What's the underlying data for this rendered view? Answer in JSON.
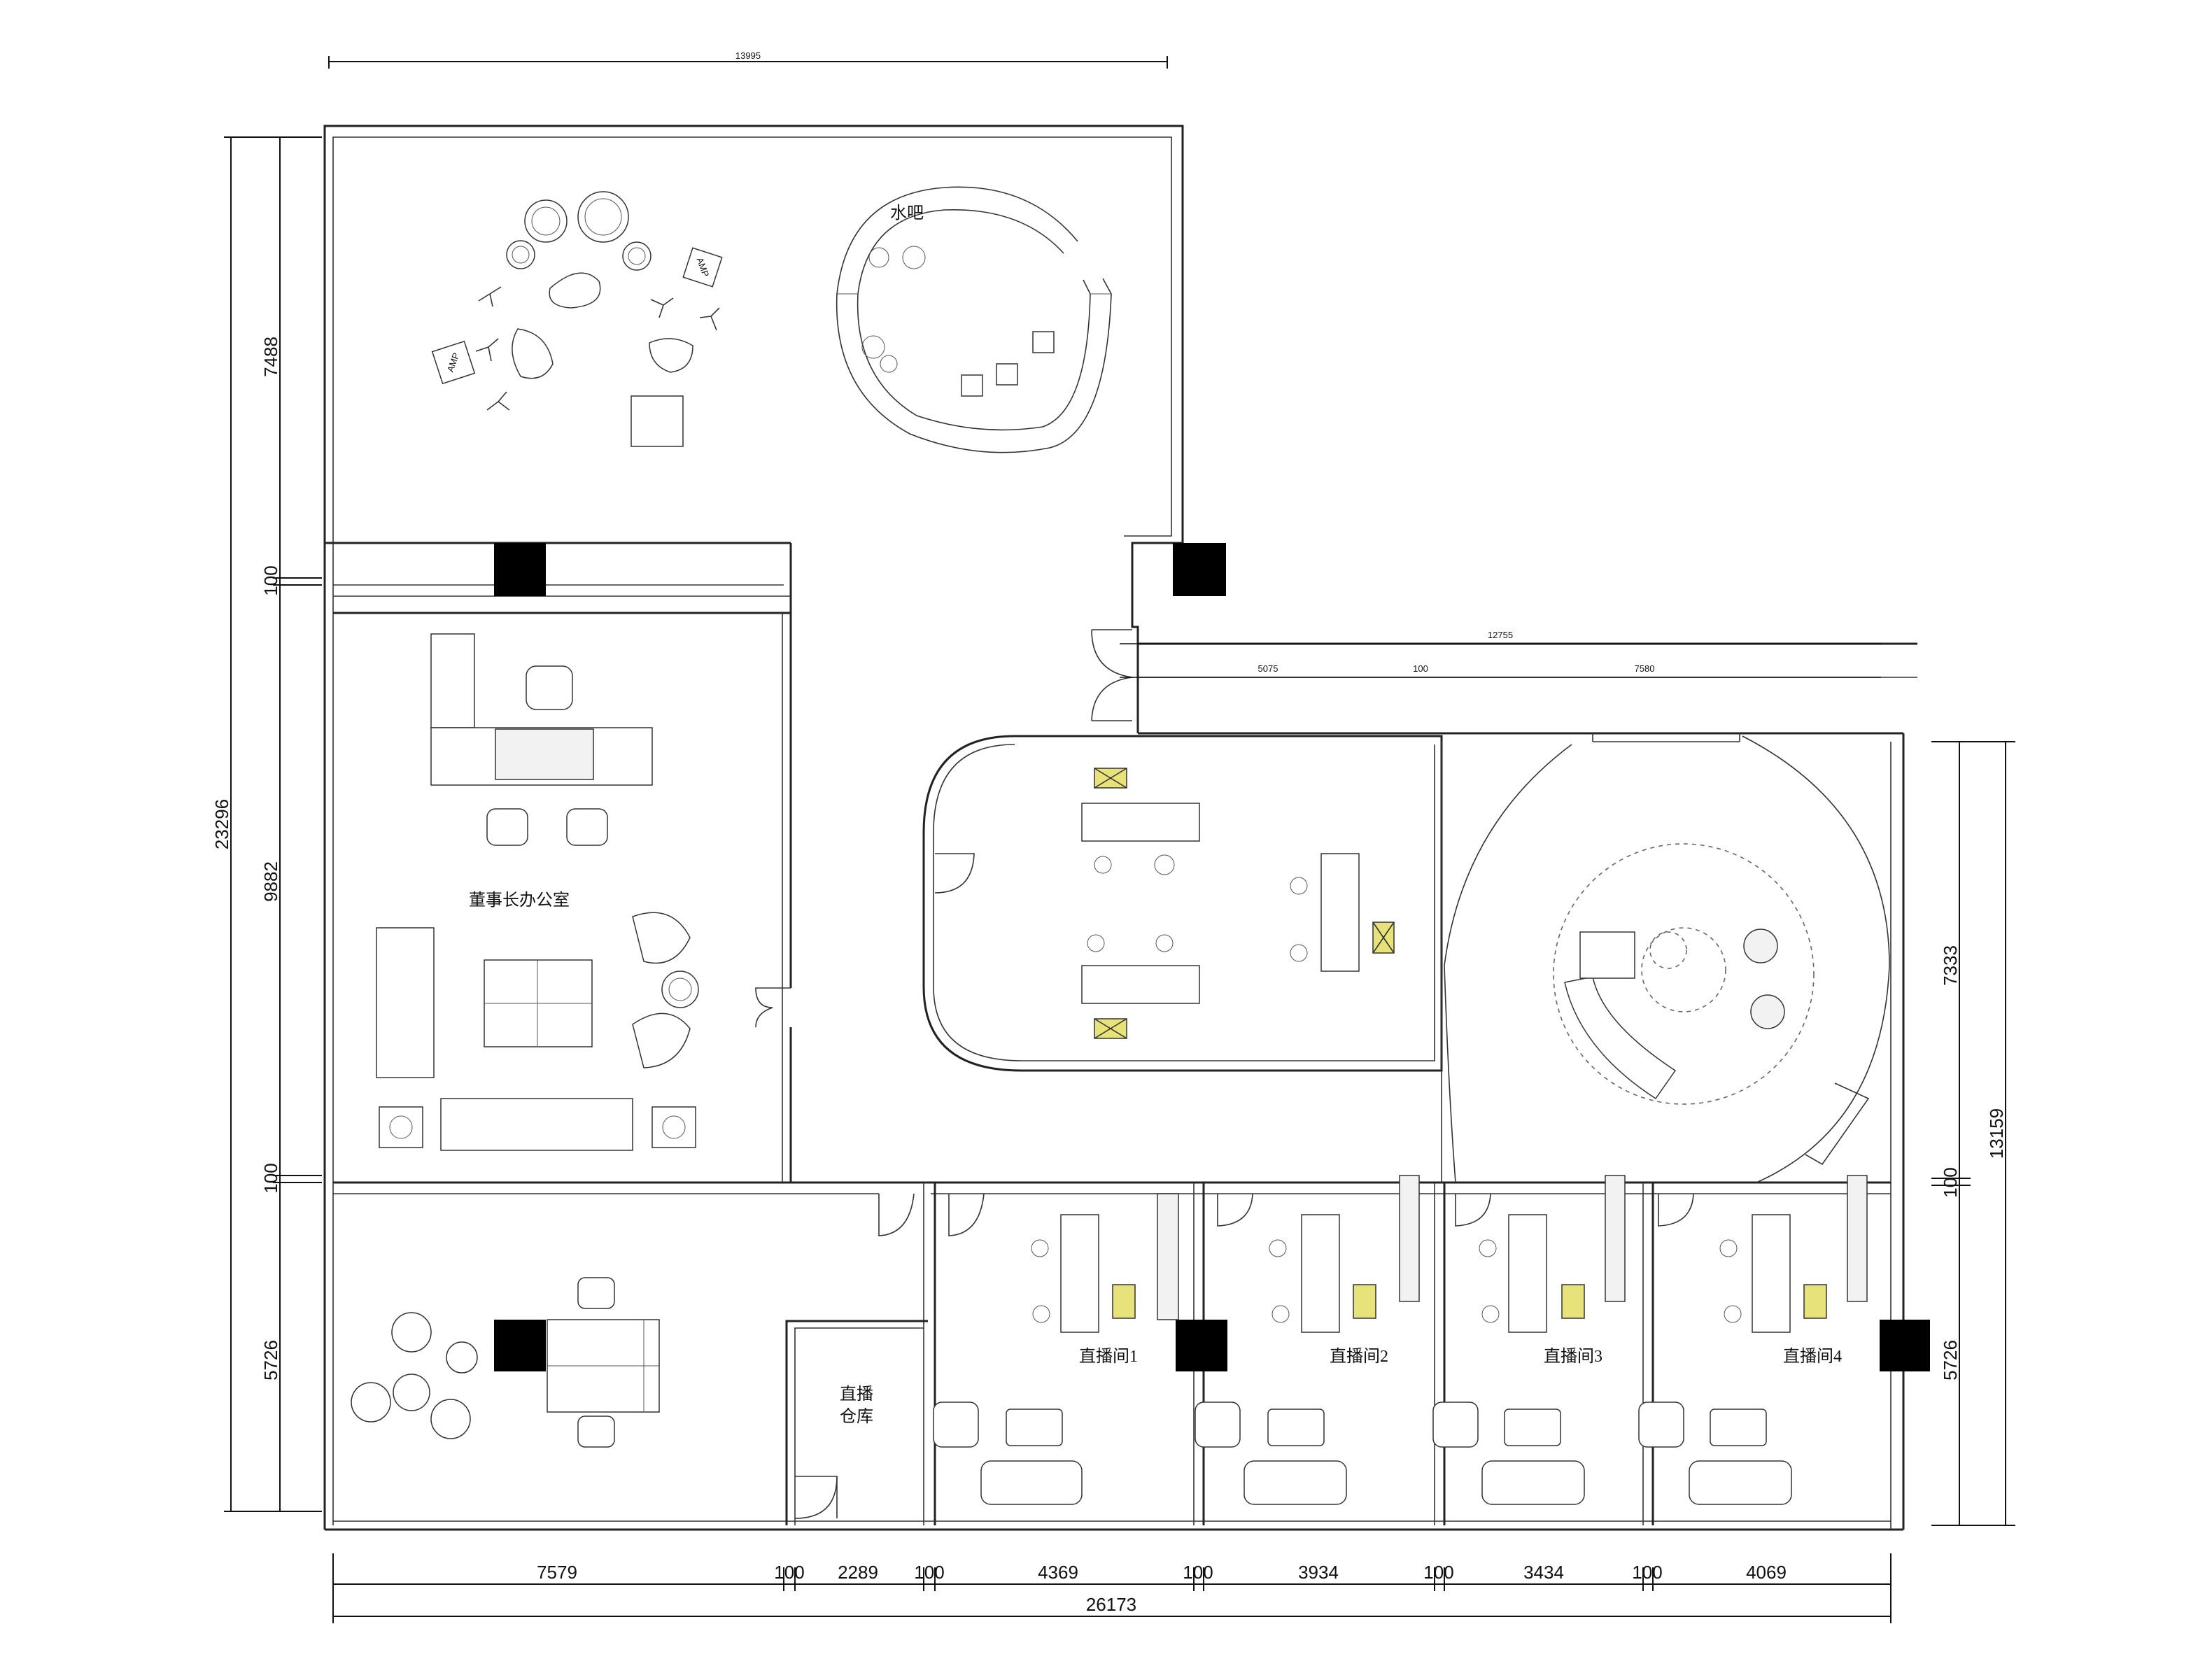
{
  "plan": {
    "rooms": {
      "water_bar": "水吧",
      "chairman_office": "董事长办公室",
      "live_storage_line1": "直播",
      "live_storage_line2": "仓库",
      "live_room_1": "直播间1",
      "live_room_2": "直播间2",
      "live_room_3": "直播间3",
      "live_room_4": "直播间4"
    },
    "dimensions": {
      "top_total": "13995",
      "left_total": "23296",
      "left_top": "7488",
      "left_wall_1": "100",
      "left_middle": "9882",
      "left_wall_2": "100",
      "left_bottom": "5726",
      "corridor_total": "12755",
      "corridor_left": "5075",
      "corridor_wall": "100",
      "corridor_right": "7580",
      "right_upper": "7333",
      "right_wall": "100",
      "right_lower": "5726",
      "right_total": "13159",
      "bottom_segments": [
        "7579",
        "100",
        "2289",
        "100",
        "4369",
        "100",
        "3934",
        "100",
        "3434",
        "100",
        "4069"
      ],
      "bottom_total": "26173"
    },
    "labels": {
      "amp_1": "AMP",
      "amp_2": "AMP"
    }
  }
}
